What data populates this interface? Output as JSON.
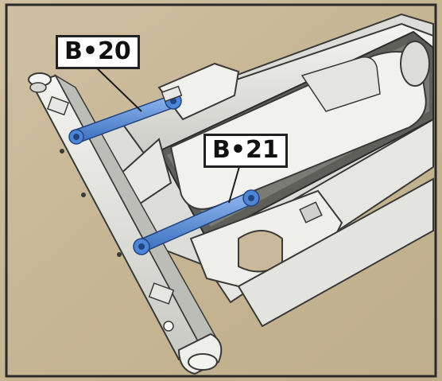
{
  "callouts": [
    {
      "id": "b20",
      "text": "B•20"
    },
    {
      "id": "b21",
      "text": "B•21"
    }
  ],
  "colors": {
    "background": "#c9b99a",
    "frame_border": "#2a2a2a",
    "chassis_light": "#eeeeea",
    "chassis_shadow": "#b9b9b4",
    "chassis_dark": "#6d6d68",
    "highlight_rods": "#4d86d6",
    "label_bg": "#ffffff",
    "label_text": "#111111"
  },
  "icons": [
    "chassis-illustration",
    "pointer-line"
  ]
}
